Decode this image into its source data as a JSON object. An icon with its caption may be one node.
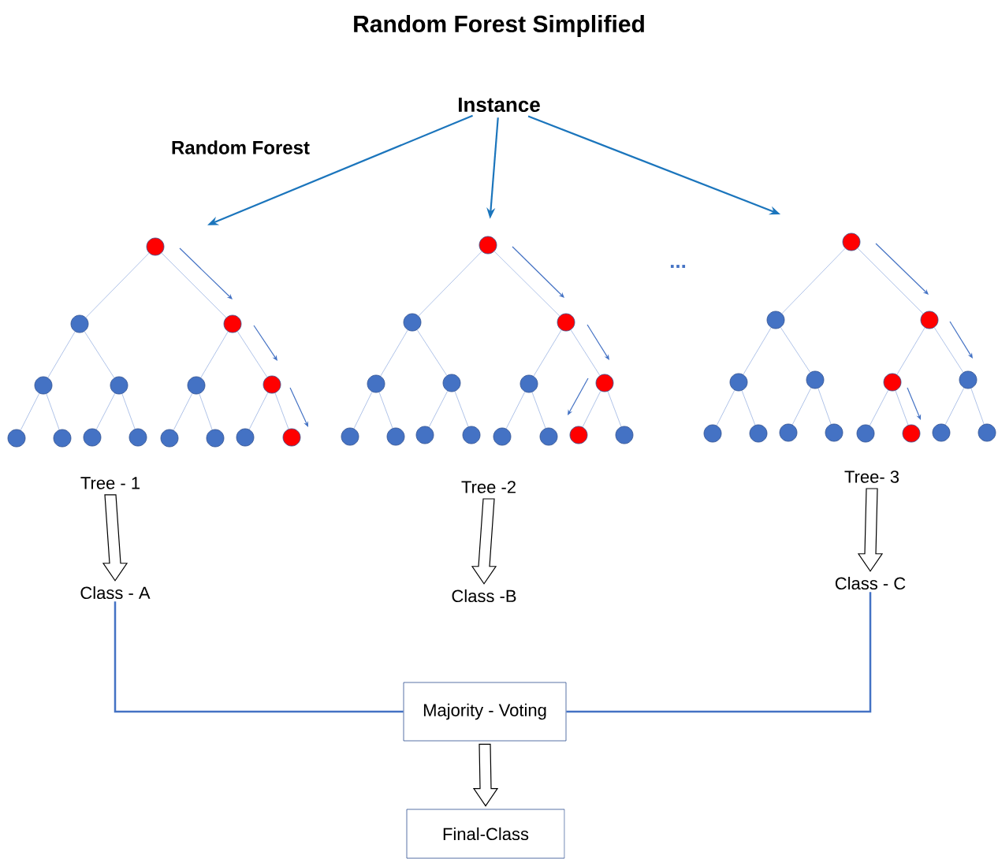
{
  "diagram": {
    "title": "Random Forest Simplified",
    "nodes": [
      {
        "text": [
          "Instance"
        ]
      },
      {
        "text": [],
        "shape": "circle"
      },
      {
        "text": [],
        "shape": "circle"
      },
      {
        "text": [],
        "shape": "circle"
      },
      {
        "text": [],
        "shape": "circle"
      },
      {
        "text": [],
        "shape": "circle"
      },
      {
        "text": [],
        "shape": "circle"
      },
      {
        "text": [],
        "shape": "circle"
      },
      {
        "text": [],
        "shape": "circle"
      },
      {
        "text": [],
        "shape": "circle"
      },
      {
        "text": [],
        "shape": "circle"
      },
      {
        "text": [],
        "shape": "circle"
      },
      {
        "text": [],
        "shape": "circle"
      },
      {
        "text": [],
        "shape": "circle"
      },
      {
        "text": [],
        "shape": "circle"
      },
      {
        "text": [],
        "shape": "circle"
      },
      {
        "text": [],
        "shape": "circle"
      },
      {
        "text": [],
        "shape": "circle"
      },
      {
        "text": [],
        "shape": "circle"
      },
      {
        "text": [],
        "shape": "circle"
      },
      {
        "text": [],
        "shape": "circle"
      },
      {
        "text": [],
        "shape": "circle"
      },
      {
        "text": [],
        "shape": "circle"
      },
      {
        "text": [],
        "shape": "circle"
      },
      {
        "text": [],
        "shape": "circle"
      },
      {
        "text": [],
        "shape": "circle"
      },
      {
        "text": [],
        "shape": "circle"
      },
      {
        "text": [],
        "shape": "circle"
      },
      {
        "text": [],
        "shape": "circle"
      },
      {
        "text": [],
        "shape": "circle"
      },
      {
        "text": [],
        "shape": "circle"
      },
      {
        "text": [],
        "shape": "circle"
      },
      {
        "text": [],
        "shape": "circle"
      },
      {
        "text": [],
        "shape": "circle"
      },
      {
        "text": [],
        "shape": "circle"
      },
      {
        "text": [],
        "shape": "circle"
      },
      {
        "text": [],
        "shape": "circle"
      },
      {
        "text": [],
        "shape": "circle"
      },
      {
        "text": [],
        "shape": "circle"
      },
      {
        "text": [],
        "shape": "circle"
      },
      {
        "text": [],
        "shape": "circle"
      },
      {
        "text": [],
        "shape": "circle"
      },
      {
        "text": [],
        "shape": "circle"
      },
      {
        "text": [],
        "shape": "circle"
      },
      {
        "text": [],
        "shape": "circle"
      },
      {
        "text": [],
        "shape": "circle"
      },
      {
        "text": [
          "Tree - 1"
        ]
      },
      {
        "text": [
          "Class - A"
        ]
      },
      {
        "text": [
          "Tree -2"
        ]
      },
      {
        "text": [
          "Class -B"
        ]
      },
      {
        "text": [
          "Tree- 3"
        ]
      },
      {
        "text": [
          "Class - C"
        ]
      },
      {
        "text": [
          "Majority - Voting"
        ]
      },
      {
        "text": [
          "Final-Class"
        ]
      }
    ],
    "edges": [
      {
        "from": 0,
        "to": 1,
        "arrow": "to",
        "color": "#1b75bc"
      },
      {
        "from": 0,
        "to": 16,
        "arrow": "to",
        "color": "#1b75bc"
      },
      {
        "from": 0,
        "to": 31,
        "arrow": "to",
        "color": "#1b75bc"
      },
      {
        "from": 1,
        "to": 2,
        "arrow": "none"
      },
      {
        "from": 1,
        "to": 3,
        "arrow": "none"
      },
      {
        "from": 2,
        "to": 4,
        "arrow": "none"
      },
      {
        "from": 2,
        "to": 5,
        "arrow": "none"
      },
      {
        "from": 3,
        "to": 6,
        "arrow": "none"
      },
      {
        "from": 3,
        "to": 7,
        "arrow": "none"
      },
      {
        "from": 4,
        "to": 8,
        "arrow": "none"
      },
      {
        "from": 4,
        "to": 9,
        "arrow": "none"
      },
      {
        "from": 5,
        "to": 10,
        "arrow": "none"
      },
      {
        "from": 5,
        "to": 11,
        "arrow": "none"
      },
      {
        "from": 6,
        "to": 12,
        "arrow": "none"
      },
      {
        "from": 6,
        "to": 13,
        "arrow": "none"
      },
      {
        "from": 7,
        "to": 14,
        "arrow": "none"
      },
      {
        "from": 7,
        "to": 15,
        "arrow": "none"
      },
      {
        "from": 16,
        "to": 17,
        "arrow": "none"
      },
      {
        "from": 16,
        "to": 18,
        "arrow": "none"
      },
      {
        "from": 17,
        "to": 19,
        "arrow": "none"
      },
      {
        "from": 17,
        "to": 20,
        "arrow": "none"
      },
      {
        "from": 18,
        "to": 21,
        "arrow": "none"
      },
      {
        "from": 18,
        "to": 22,
        "arrow": "none"
      },
      {
        "from": 19,
        "to": 23,
        "arrow": "none"
      },
      {
        "from": 19,
        "to": 24,
        "arrow": "none"
      },
      {
        "from": 20,
        "to": 25,
        "arrow": "none"
      },
      {
        "from": 20,
        "to": 26,
        "arrow": "none"
      },
      {
        "from": 21,
        "to": 27,
        "arrow": "none"
      },
      {
        "from": 21,
        "to": 28,
        "arrow": "none"
      },
      {
        "from": 22,
        "to": 29,
        "arrow": "none"
      },
      {
        "from": 22,
        "to": 30,
        "arrow": "none"
      },
      {
        "from": 31,
        "to": 32,
        "arrow": "none"
      },
      {
        "from": 31,
        "to": 33,
        "arrow": "none"
      },
      {
        "from": 32,
        "to": 34,
        "arrow": "none"
      },
      {
        "from": 32,
        "to": 35,
        "arrow": "none"
      },
      {
        "from": 33,
        "to": 36,
        "arrow": "none"
      },
      {
        "from": 33,
        "to": 37,
        "arrow": "none"
      },
      {
        "from": 34,
        "to": 38,
        "arrow": "none"
      },
      {
        "from": 34,
        "to": 39,
        "arrow": "none"
      },
      {
        "from": 35,
        "to": 40,
        "arrow": "none"
      },
      {
        "from": 35,
        "to": 41,
        "arrow": "none"
      },
      {
        "from": 36,
        "to": 42,
        "arrow": "none"
      },
      {
        "from": 36,
        "to": 43,
        "arrow": "none"
      },
      {
        "from": 37,
        "to": 44,
        "arrow": "none"
      },
      {
        "from": 37,
        "to": 45,
        "arrow": "none"
      },
      {
        "from": 46,
        "to": 47,
        "arrow": "to",
        "style": "thick",
        "color": "#000000"
      },
      {
        "from": 48,
        "to": 49,
        "arrow": "to",
        "style": "thick",
        "color": "#000000"
      },
      {
        "from": 50,
        "to": 51,
        "arrow": "to",
        "style": "thick",
        "color": "#000000"
      },
      {
        "from": 47,
        "to": 52,
        "arrow": "none",
        "style": "thick",
        "color": "#4472c4"
      },
      {
        "from": 51,
        "to": 52,
        "arrow": "none",
        "style": "thick",
        "color": "#4472c4"
      },
      {
        "from": 52,
        "to": 53,
        "arrow": "to",
        "style": "thick",
        "color": "#000000"
      }
    ],
    "labels": [
      "Random Forest",
      "..."
    ]
  }
}
